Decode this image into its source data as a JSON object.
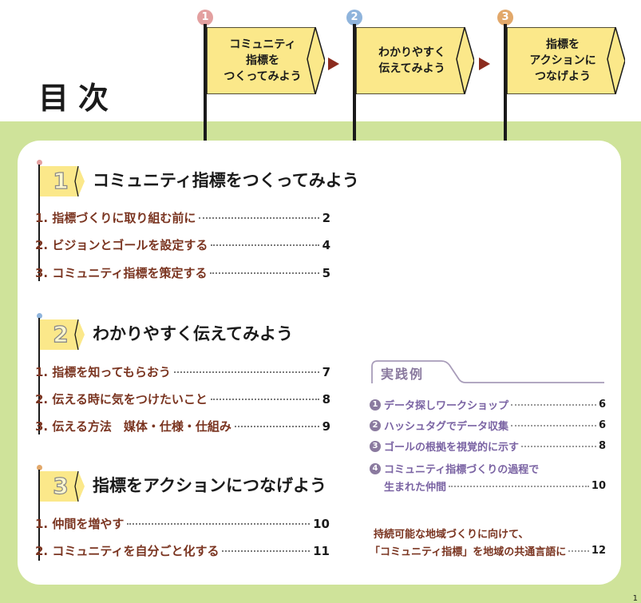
{
  "title": "目次",
  "steps": [
    {
      "number": "1",
      "label": "コミュニティ\n指標を\nつくってみよう",
      "color": "#e3a0a0"
    },
    {
      "number": "2",
      "label": "わかりやすく\n伝えてみよう",
      "color": "#8fb4dc"
    },
    {
      "number": "3",
      "label": "指標を\nアクションに\nつなげよう",
      "color": "#e2a86a"
    }
  ],
  "sections": [
    {
      "number": "1",
      "dot_color": "#e3a0a0",
      "title": "コミュニティ指標をつくってみよう",
      "entries": [
        {
          "label": "1.  指標づくりに取り組む前に",
          "page": "2"
        },
        {
          "label": "2.  ビジョンとゴールを設定する",
          "page": "4"
        },
        {
          "label": "3.  コミュニティ指標を策定する",
          "page": "5"
        }
      ]
    },
    {
      "number": "2",
      "dot_color": "#8fb4dc",
      "title": "わかりやすく伝えてみよう",
      "entries": [
        {
          "label": "1.  指標を知ってもらおう",
          "page": "7"
        },
        {
          "label": "2.  伝える時に気をつけたいこと",
          "page": "8"
        },
        {
          "label": "3.  伝える方法　媒体・仕様・仕組み",
          "page": "9"
        }
      ]
    },
    {
      "number": "3",
      "dot_color": "#e2a86a",
      "title": "指標をアクションにつなげよう",
      "entries": [
        {
          "label": "1.  仲間を増やす",
          "page": "10"
        },
        {
          "label": "2.  コミュニティを自分ごと化する",
          "page": "11"
        }
      ]
    }
  ],
  "practice": {
    "label": "実践例",
    "items": [
      {
        "badge": "1",
        "label": "データ探しワークショップ",
        "page": "6"
      },
      {
        "badge": "2",
        "label": "ハッシュタグでデータ収集",
        "page": "6"
      },
      {
        "badge": "3",
        "label": "ゴールの根拠を視覚的に示す",
        "page": "8"
      },
      {
        "badge": "4",
        "label": "コミュニティ指標づくりの過程で",
        "label2": "生まれた仲間",
        "page": "10"
      }
    ]
  },
  "final": {
    "line1": "持続可能な地域づくりに向けて、",
    "line2": "「コミュニティ指標」を地域の共通言語に",
    "page": "12"
  },
  "page_number": "1"
}
